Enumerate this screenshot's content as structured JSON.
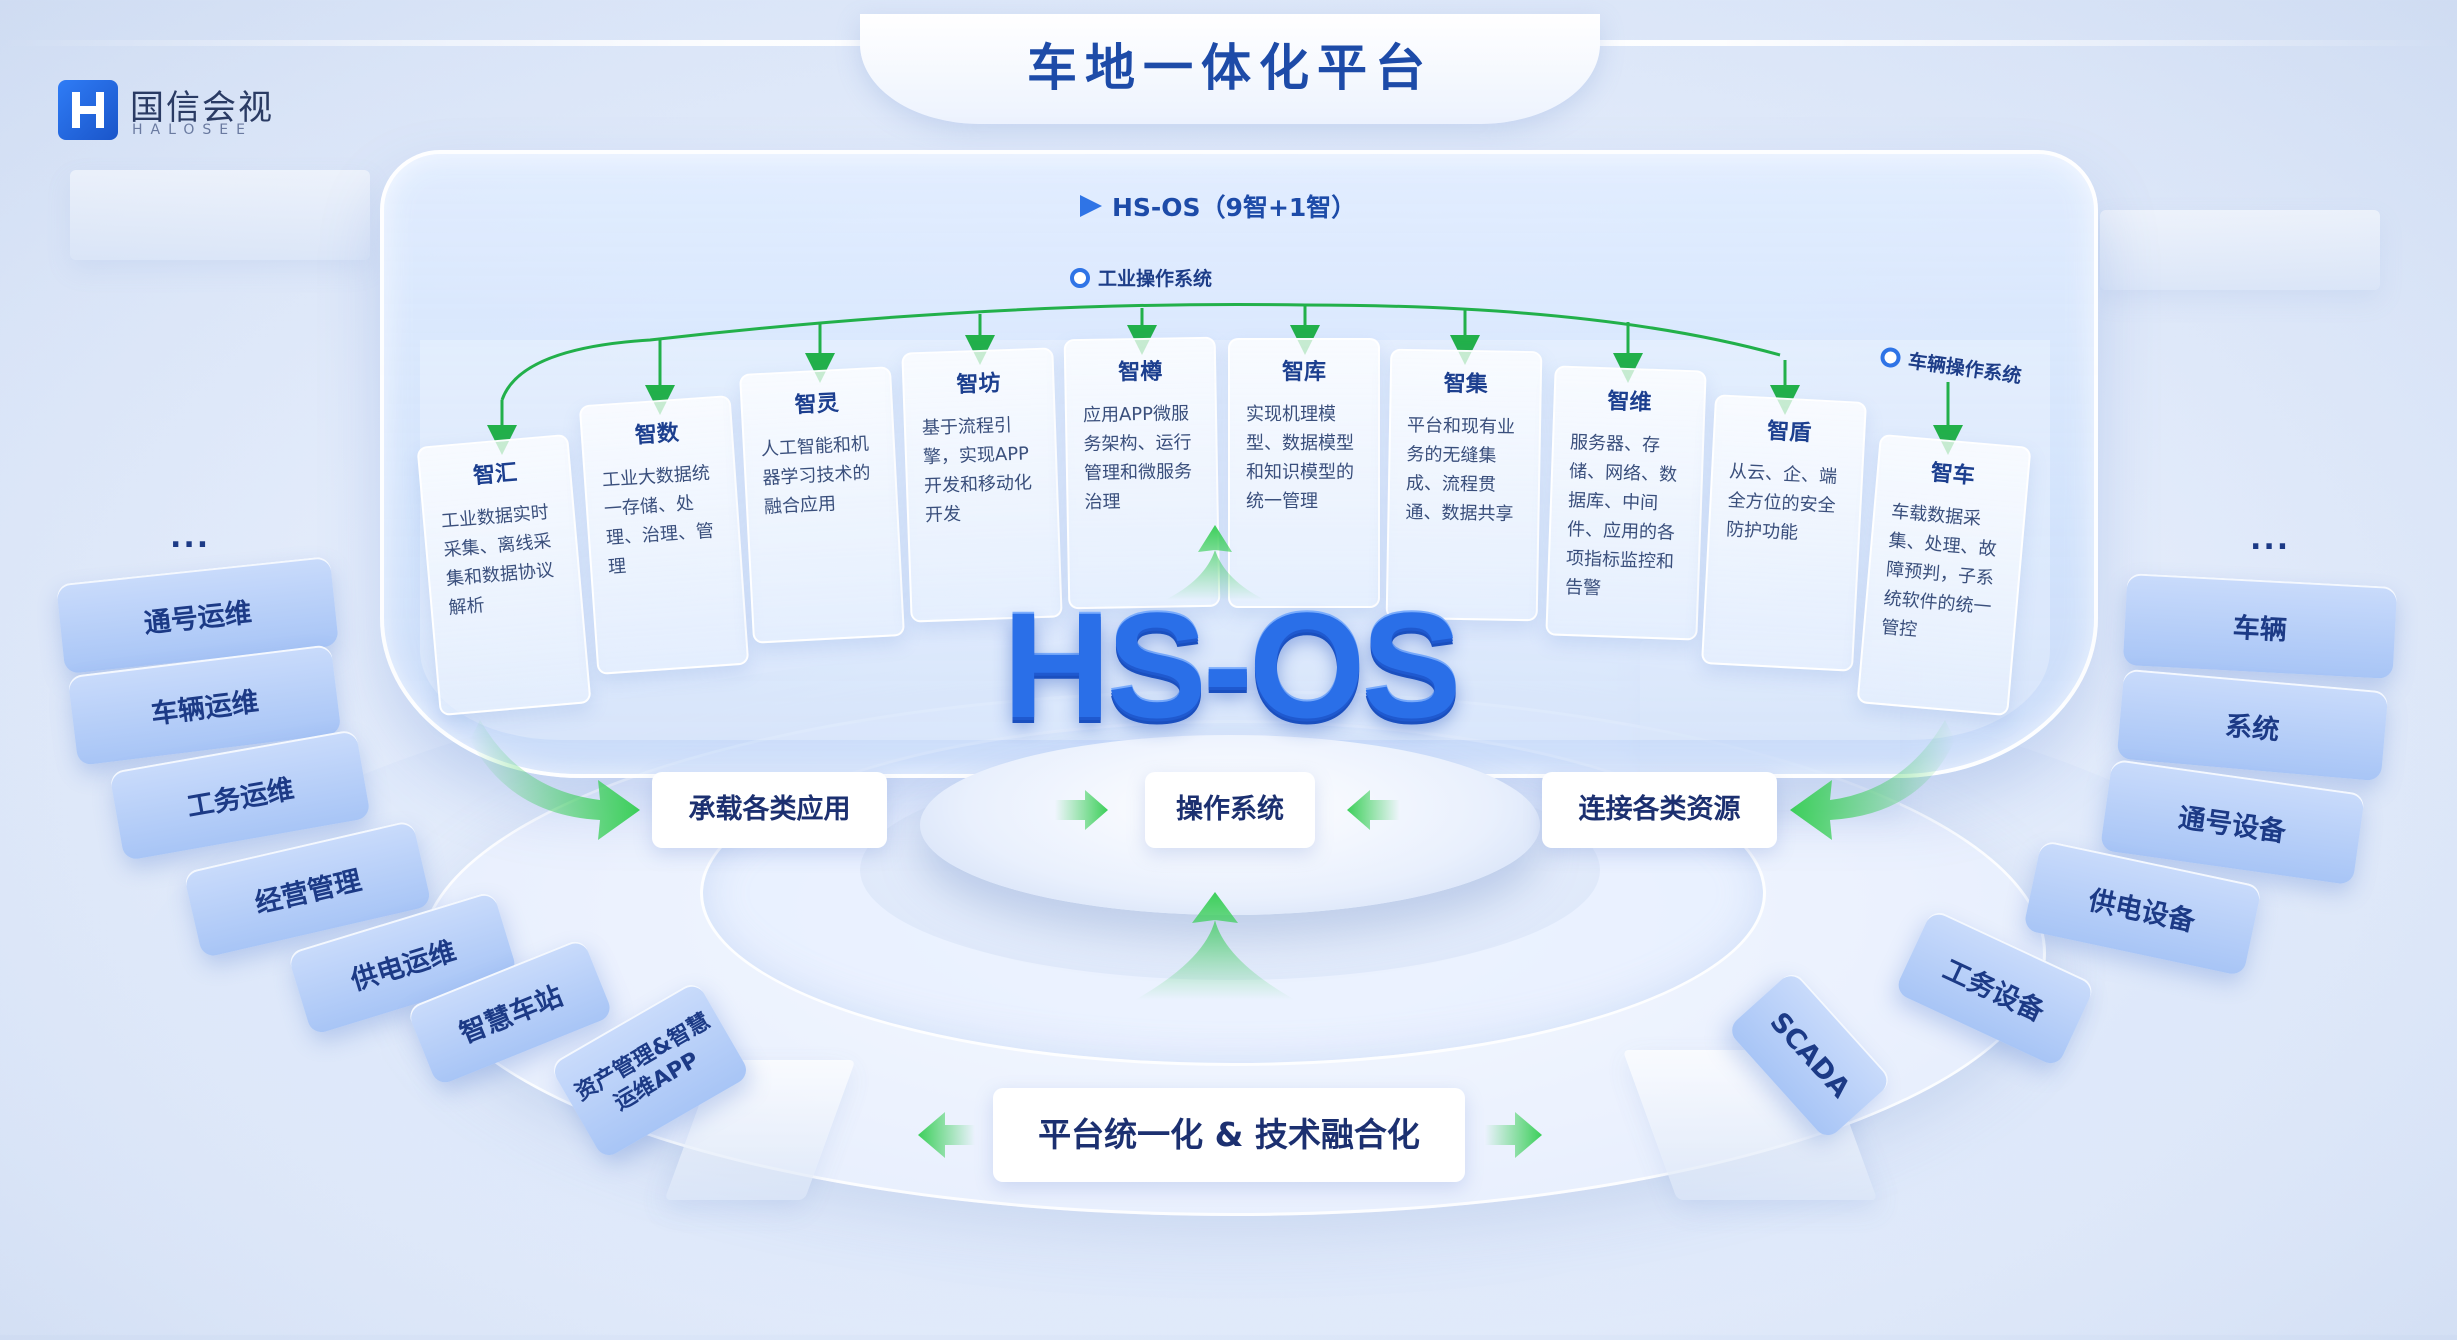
{
  "header": {
    "title": "车地一体化平台",
    "logo_cn": "国信会视",
    "logo_en": "HALOSEE"
  },
  "panel": {
    "heading": "HS-OS（9智+1智）",
    "industrial_os_label": "工业操作系统",
    "vehicle_os_label": "车辆操作系统",
    "modules": [
      {
        "title": "智汇",
        "desc": "工业数据实时采集、离线采集和数据协议解析"
      },
      {
        "title": "智数",
        "desc": "工业大数据统一存储、处理、治理、管理"
      },
      {
        "title": "智灵",
        "desc": "人工智能和机器学习技术的融合应用"
      },
      {
        "title": "智坊",
        "desc": "基于流程引擎，实现APP开发和移动化开发"
      },
      {
        "title": "智樽",
        "desc": "应用APP微服务架构、运行管理和微服务治理"
      },
      {
        "title": "智库",
        "desc": "实现机理模型、数据模型和知识模型的统一管理"
      },
      {
        "title": "智集",
        "desc": "平台和现有业务的无缝集成、流程贯通、数据共享"
      },
      {
        "title": "智维",
        "desc": "服务器、存储、网络、数据库、中间件、应用的各项指标监控和告警"
      },
      {
        "title": "智盾",
        "desc": "从云、企、端全方位的安全防护功能"
      },
      {
        "title": "智车",
        "desc": "车载数据采集、处理、故障预判，子系统软件的统一管控"
      }
    ]
  },
  "center": {
    "logo_text": "HS-OS",
    "left_label": "承载各类应用",
    "middle_label": "操作系统",
    "right_label": "连接各类资源",
    "bottom_label": "平台统一化 & 技术融合化"
  },
  "left_tiles": {
    "more": "...",
    "items": [
      "通号运维",
      "车辆运维",
      "工务运维",
      "经营管理",
      "供电运维",
      "智慧车站",
      "资产管理&智慧运维APP"
    ]
  },
  "right_tiles": {
    "more": "...",
    "items": [
      "车辆",
      "系统",
      "通号设备",
      "供电设备",
      "工务设备",
      "SCADA"
    ]
  },
  "colors": {
    "accent_blue": "#2f74e6",
    "title_blue": "#1d4ba8",
    "arrow_green": "#3ccf5a",
    "tile_blue": "#a8c5f6"
  }
}
